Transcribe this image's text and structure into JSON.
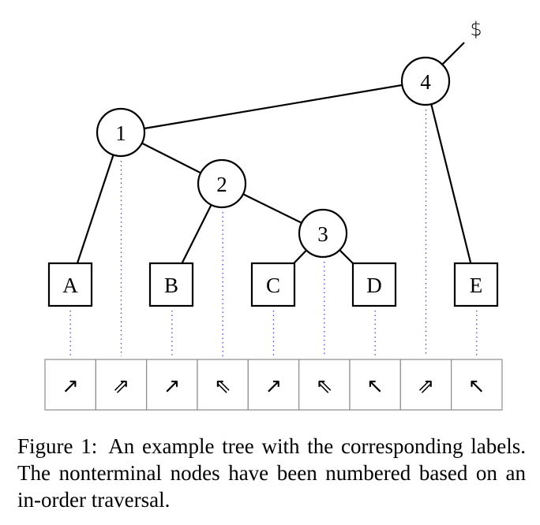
{
  "root_symbol": "$",
  "internal_nodes": [
    {
      "id": "n1",
      "label": "1"
    },
    {
      "id": "n2",
      "label": "2"
    },
    {
      "id": "n3",
      "label": "3"
    },
    {
      "id": "n4",
      "label": "4"
    }
  ],
  "leaves": [
    {
      "id": "A",
      "label": "A"
    },
    {
      "id": "B",
      "label": "B"
    },
    {
      "id": "C",
      "label": "C"
    },
    {
      "id": "D",
      "label": "D"
    },
    {
      "id": "E",
      "label": "E"
    }
  ],
  "edges": [
    [
      "n4",
      "root"
    ],
    [
      "n4",
      "n1"
    ],
    [
      "n4",
      "E"
    ],
    [
      "n1",
      "A"
    ],
    [
      "n1",
      "n2"
    ],
    [
      "n2",
      "B"
    ],
    [
      "n2",
      "n3"
    ],
    [
      "n3",
      "C"
    ],
    [
      "n3",
      "D"
    ]
  ],
  "label_sequence": [
    "A",
    "n1",
    "B",
    "n2",
    "C",
    "n3",
    "D",
    "n4",
    "E"
  ],
  "labels_row": [
    "↗",
    "⇗",
    "↗",
    "⇖",
    "↗",
    "⇖",
    "↖",
    "⇗",
    "↖"
  ],
  "caption": {
    "label": "Figure 1:",
    "text": "An example tree with the corresponding labels. The nonterminal nodes have been numbered based on an in-order traversal."
  }
}
